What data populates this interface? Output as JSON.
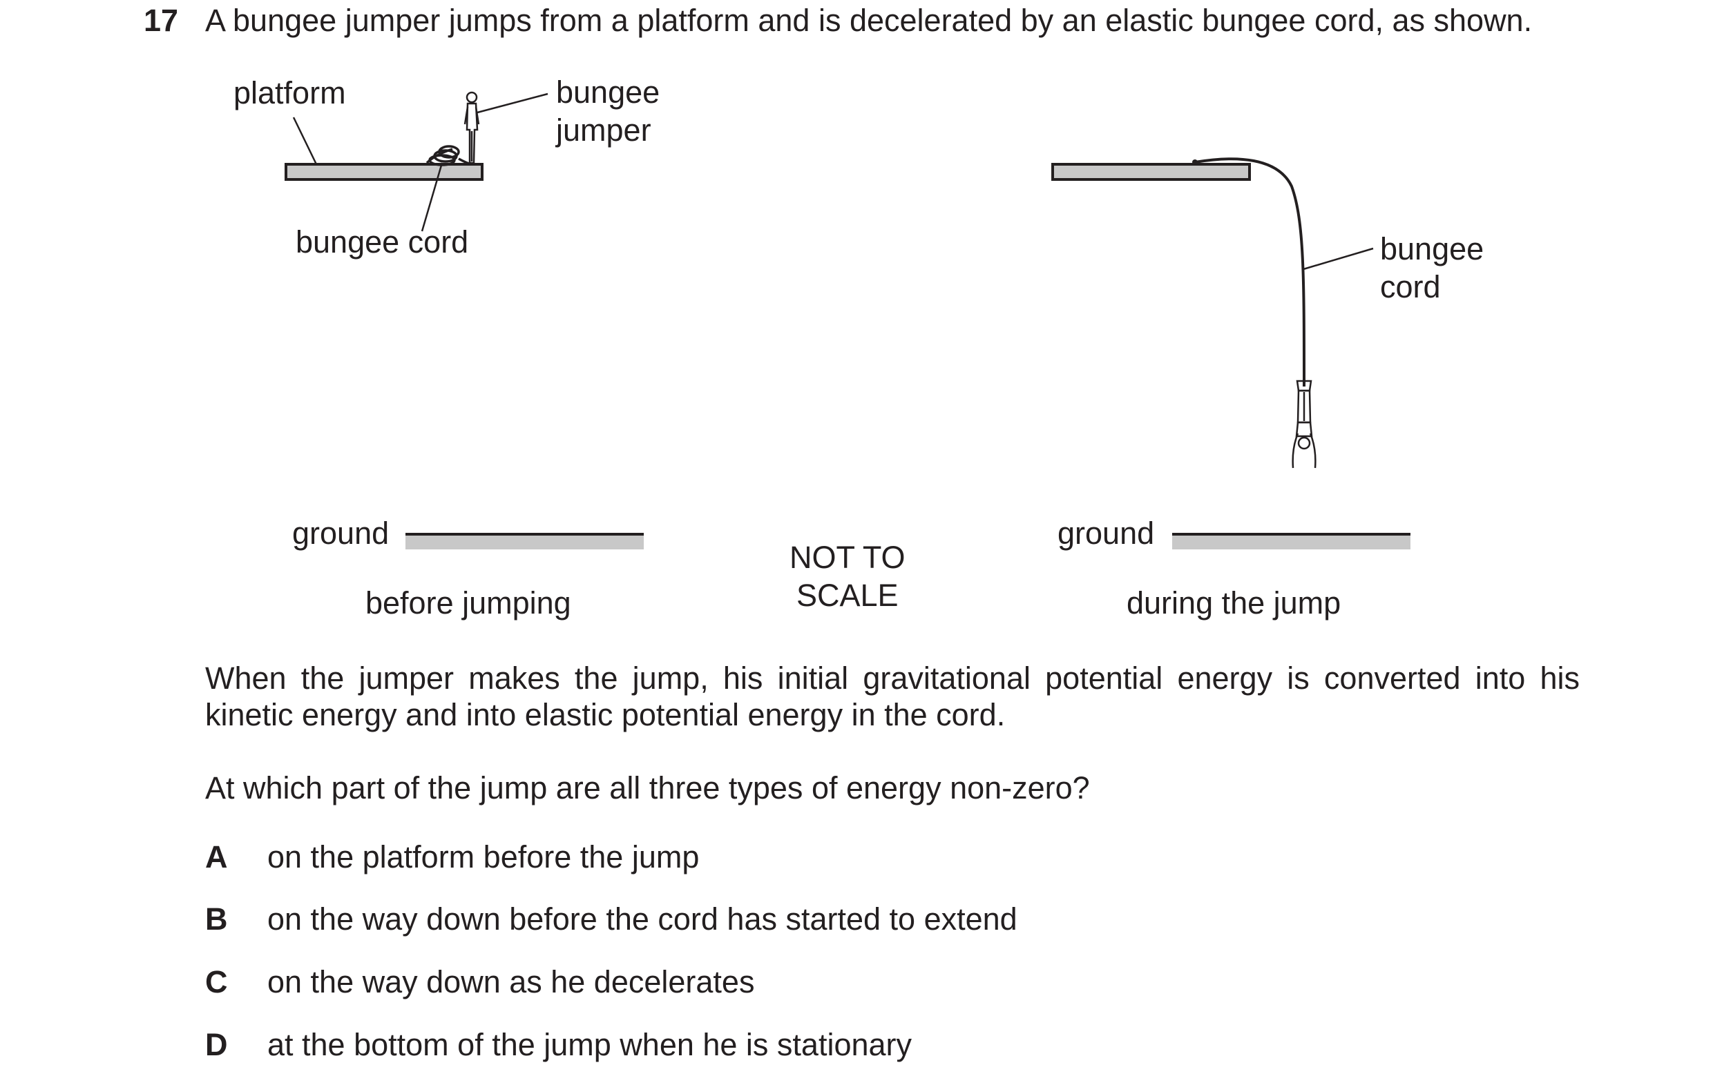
{
  "question": {
    "number": "17",
    "stem": "A bungee jumper jumps from a platform and is decelerated by an elastic bungee cord, as shown."
  },
  "figure": {
    "left_labels": {
      "platform": "platform",
      "jumper_line1": "bungee",
      "jumper_line2": "jumper",
      "cord": "bungee cord",
      "ground": "ground",
      "caption": "before jumping"
    },
    "center_note": {
      "line1": "NOT TO",
      "line2": "SCALE"
    },
    "right_labels": {
      "cord_line1": "bungee",
      "cord_line2": "cord",
      "ground": "ground",
      "caption": "during the jump"
    },
    "colors": {
      "fill_grey": "#c8c8c8",
      "ink": "#231f20"
    }
  },
  "body": {
    "para1": "When the jumper makes the jump, his initial gravitational potential energy is converted into his",
    "para1_cont": "kinetic energy and into elastic potential energy in the cord.",
    "question_line": "At which part of the jump are all three types of energy non-zero?"
  },
  "options": [
    {
      "letter": "A",
      "text": "on the platform before the jump"
    },
    {
      "letter": "B",
      "text": "on the way down before the cord has started to extend"
    },
    {
      "letter": "C",
      "text": "on the way down as he decelerates"
    },
    {
      "letter": "D",
      "text": "at the bottom of the jump when he is stationary"
    }
  ]
}
